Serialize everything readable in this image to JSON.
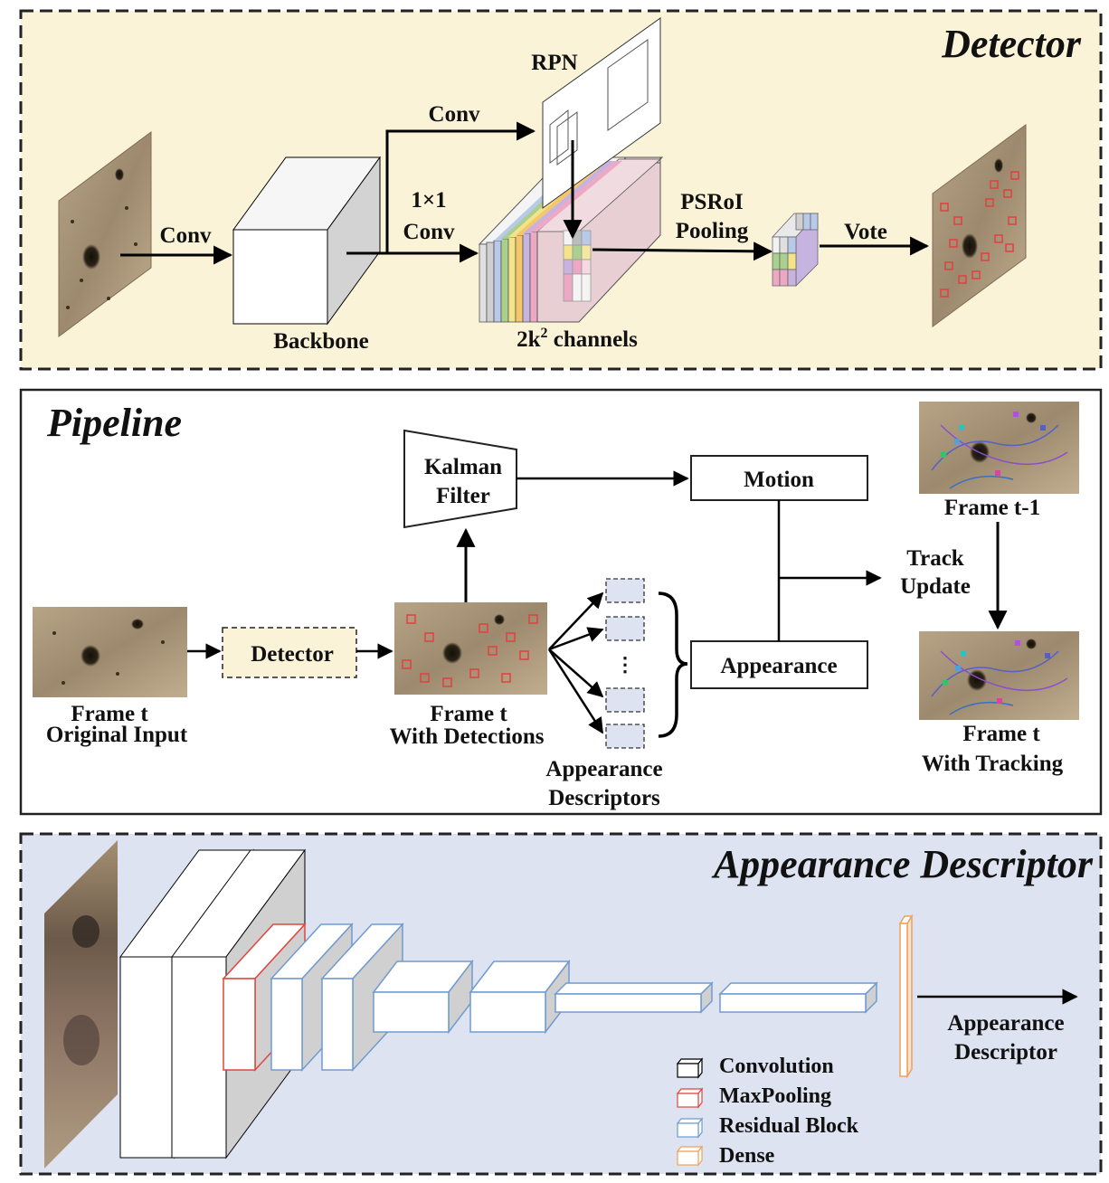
{
  "detector": {
    "title": "Detector",
    "conv_left": "Conv",
    "backbone": "Backbone",
    "conv_top": "Conv",
    "rpn": "RPN",
    "conv_1x1_line1": "1×1",
    "conv_1x1_line2": "Conv",
    "channels_prefix": "2k",
    "channels_sup": "2",
    "channels_suffix": " channels",
    "psroi_line1": "PSRoI",
    "psroi_line2": "Pooling",
    "vote": "Vote"
  },
  "pipeline": {
    "title": "Pipeline",
    "kalman_line1": "Kalman",
    "kalman_line2": "Filter",
    "motion": "Motion",
    "appearance": "Appearance",
    "detector_box": "Detector",
    "frame_t_line1": "Frame t",
    "frame_t_line2": "Original Input",
    "frame_det_line1": "Frame t",
    "frame_det_line2": "With Detections",
    "descriptors_line1": "Appearance",
    "descriptors_line2": "Descriptors",
    "ellipsis": "⋮",
    "track_update_line1": "Track",
    "track_update_line2": "Update",
    "frame_prev": "Frame t-1",
    "frame_track_line1": "Frame t",
    "frame_track_line2": "With Tracking"
  },
  "appearance_section": {
    "title": "Appearance Descriptor",
    "output_line1": "Appearance",
    "output_line2": "Descriptor",
    "legend": {
      "convolution": "Convolution",
      "maxpooling": "MaxPooling",
      "residual": "Residual Block",
      "dense": "Dense"
    }
  },
  "colors": {
    "detector_bg": "#fbf3d8",
    "appearance_bg": "#dde3f0",
    "maxpool_edge": "#e0463c",
    "residual_edge": "#6f9bd1",
    "dense_edge": "#f0a05a"
  }
}
